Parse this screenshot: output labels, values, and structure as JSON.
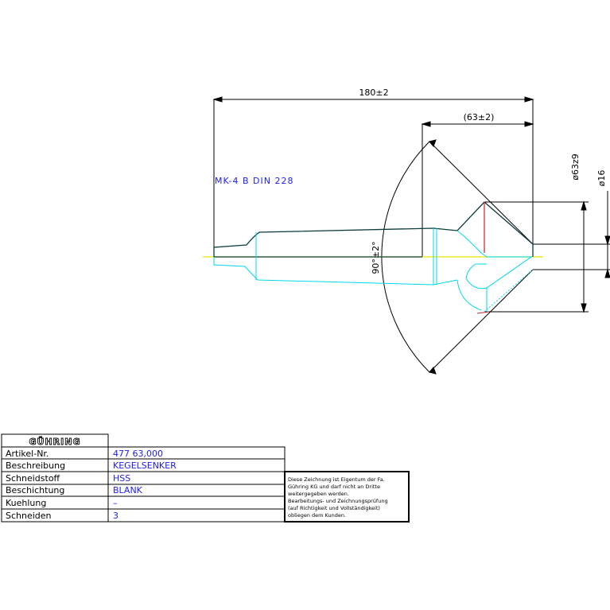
{
  "dimensions": {
    "overall_length": "180±2",
    "cone_length": "(63±2)",
    "diameter_outer": "ø63z9",
    "diameter_inner": "ø16",
    "angle": "90°±2°"
  },
  "taper_label": "MK-4 B DIN 228",
  "title_block": {
    "logo": "GÜHRING",
    "rows": [
      {
        "label": "Artikel-Nr.",
        "value": "477 63,000"
      },
      {
        "label": "Beschreibung",
        "value": "KEGELSENKER"
      },
      {
        "label": "Schneidstoff",
        "value": "HSS"
      },
      {
        "label": "Beschichtung",
        "value": "BLANK"
      },
      {
        "label": "Kuehlung",
        "value": "–"
      },
      {
        "label": "Schneiden",
        "value": "3"
      }
    ],
    "note_lines": [
      "Diese Zeichnung ist Eigentum der Fa.",
      "Gühring KG und darf nicht an Dritte",
      "weitergegeben werden.",
      "Bearbeitungs- und Zeichnungsprüfung",
      "(auf Richtigkeit und Vollständigkeit)",
      "obliegen dem Kunden."
    ]
  },
  "colors": {
    "outline": "#0b3b3b",
    "cyan": "#00d8e8",
    "centerline": "#e8e800",
    "red": "#cc2222",
    "blue_text": "#1d1df0"
  }
}
